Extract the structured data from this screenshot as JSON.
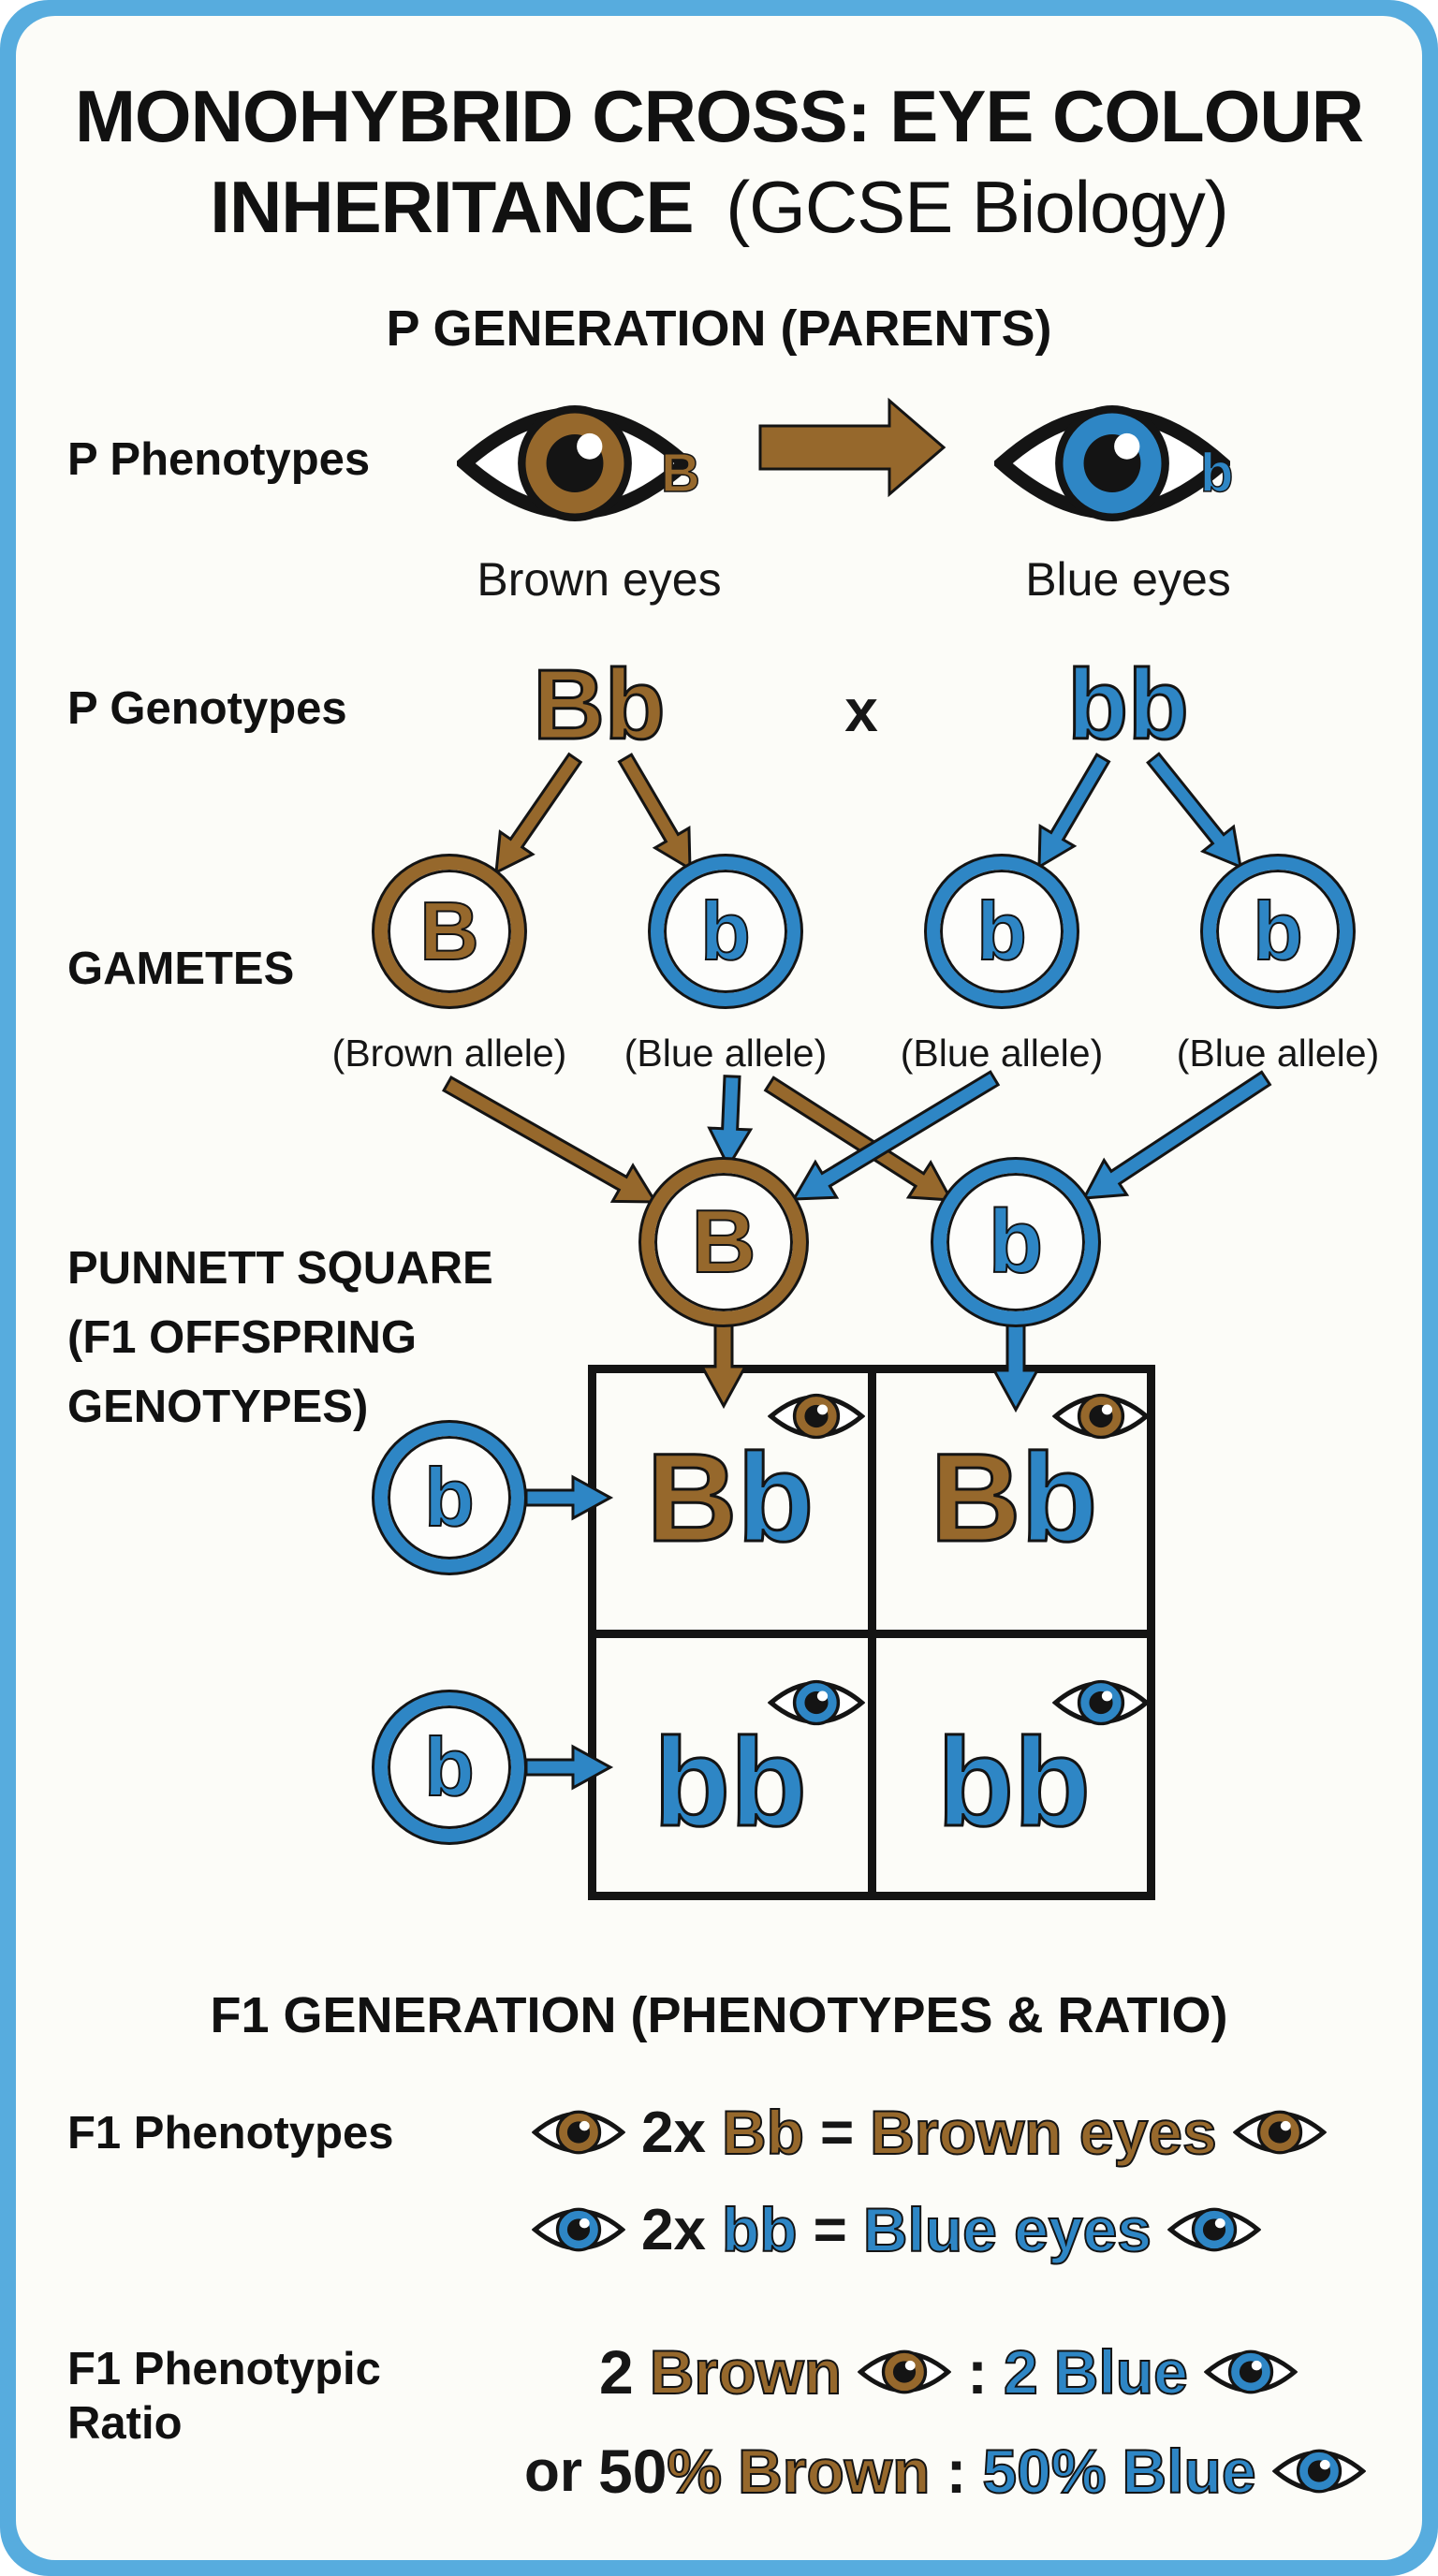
{
  "title": {
    "line1": "MONOHYBRID CROSS: EYE COLOUR",
    "line2_bold": "INHERITANCE",
    "line2_rest": "(GCSE Biology)"
  },
  "p_generation": {
    "heading": "P GENERATION (PARENTS)",
    "phenotypes_label": "P Phenotypes",
    "parent_brown": {
      "allele": "B",
      "name": "Brown eyes"
    },
    "parent_blue": {
      "allele": "b",
      "name": "Blue eyes"
    },
    "genotypes_label": "P Genotypes",
    "genotype_brown": "Bb",
    "cross_symbol": "x",
    "genotype_blue": "bb"
  },
  "gametes": {
    "label": "GAMETES",
    "items": [
      {
        "letter": "B",
        "caption": "(Brown allele)"
      },
      {
        "letter": "b",
        "caption": "(Blue allele)"
      },
      {
        "letter": "b",
        "caption": "(Blue allele)"
      },
      {
        "letter": "b",
        "caption": "(Blue allele)"
      }
    ]
  },
  "punnett": {
    "label_line1": "PUNNETT SQUARE",
    "label_line2": "(F1 OFFSPRING",
    "label_line3": "GENOTYPES)",
    "cols": [
      "B",
      "b"
    ],
    "rows": [
      "b",
      "b"
    ],
    "cells": [
      {
        "letter1": "B",
        "letter2": "b",
        "eye": "brown"
      },
      {
        "letter1": "B",
        "letter2": "b",
        "eye": "brown"
      },
      {
        "letter1": "b",
        "letter2": "b",
        "eye": "blue"
      },
      {
        "letter1": "b",
        "letter2": "b",
        "eye": "blue"
      }
    ]
  },
  "f1": {
    "heading": "F1 GENERATION (PHENOTYPES & RATIO)",
    "phenotypes_label": "F1 Phenotypes",
    "lines": [
      {
        "count": "2x",
        "genotype": "Bb",
        "equals": "=",
        "phenotype": "Brown eyes"
      },
      {
        "count": "2x",
        "genotype": "bb",
        "equals": "=",
        "phenotype": "Blue eyes"
      }
    ],
    "ratio_label_line1": "F1 Phenotypic",
    "ratio_label_line2": "Ratio",
    "ratio_counts": {
      "n1": "2",
      "w1": "Brown",
      "colon": ":",
      "n2": "2",
      "w2": "Blue"
    },
    "ratio_percent": {
      "or": "or",
      "n1": "50",
      "pct1": "%",
      "w1": "Brown",
      "colon": ":",
      "n2": "50%",
      "w2": "Blue"
    }
  },
  "colors": {
    "brown": "#96682C",
    "blue": "#2E86C5",
    "frame_blue": "#57ACDE",
    "black": "#141414",
    "background": "#FCFCF8"
  }
}
